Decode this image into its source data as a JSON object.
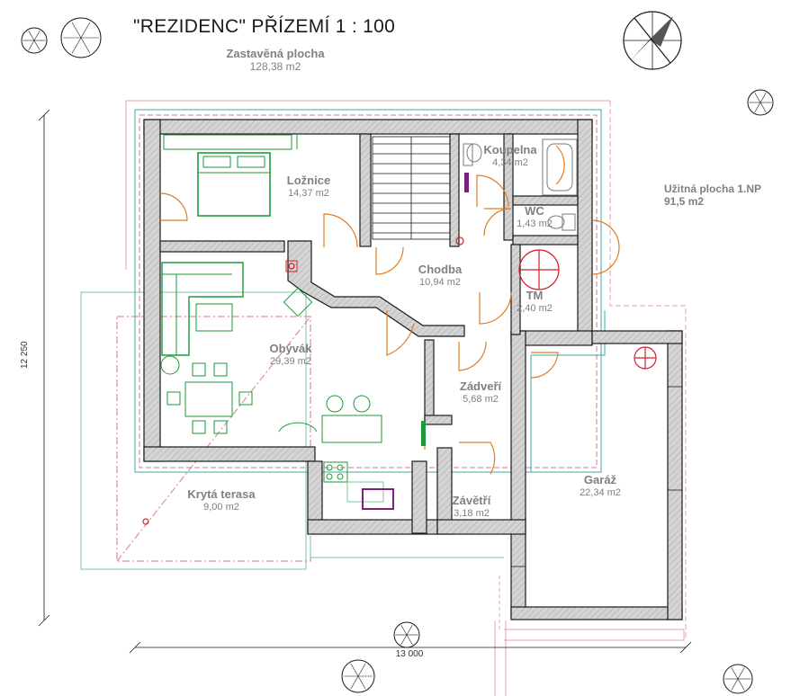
{
  "title": "\"REZIDENC\"  PŘÍZEMÍ   1 : 100",
  "built_area": {
    "label": "Zastavěná plocha",
    "value": "128,38 m2"
  },
  "usable_area": {
    "label": "Užitná plocha 1.NP",
    "value": "91,5 m2"
  },
  "dimensions": {
    "height": "12 250",
    "width": "13 000"
  },
  "rooms": {
    "loznice": {
      "name": "Ložnice",
      "area": "14,37 m2"
    },
    "koupelna": {
      "name": "Koupelna",
      "area": "4,34 m2"
    },
    "wc": {
      "name": "WC",
      "area": "1,43 m2"
    },
    "chodba": {
      "name": "Chodba",
      "area": "10,94 m2"
    },
    "tm": {
      "name": "TM",
      "area": "2,40 m2"
    },
    "obyvak": {
      "name": "Obývák",
      "area": "29,39 m2"
    },
    "zadveri": {
      "name": "Zádveří",
      "area": "5,68 m2"
    },
    "garaz": {
      "name": "Garáž",
      "area": "22,34 m2"
    },
    "terasa": {
      "name": "Krytá terasa",
      "area": "9,00 m2"
    },
    "zavetri": {
      "name": "Závětří",
      "area": "3,18 m2"
    }
  },
  "colors": {
    "wall_fill": "#c8c8c8",
    "wall_outline": "#1a1a1a",
    "furniture": "#1f9a3a",
    "door": "#e07b20",
    "insulation": "#3aa7a7",
    "terrace": "#d97a8a",
    "sanitary": "#7a1f7a",
    "fixture": "#d21f2a"
  }
}
